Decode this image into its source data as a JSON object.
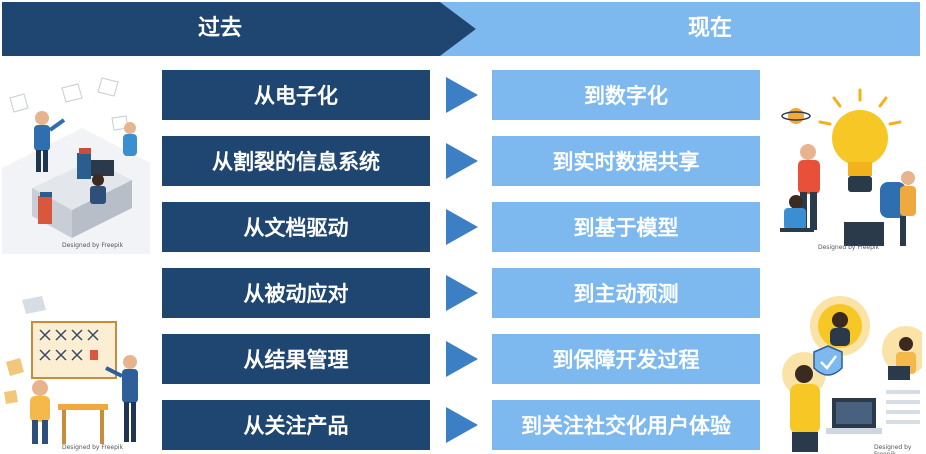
{
  "header": {
    "past_label": "过去",
    "present_label": "现在"
  },
  "rows": [
    {
      "from": "从电子化",
      "to": "到数字化"
    },
    {
      "from": "从割裂的信息系统",
      "to": "到实时数据共享"
    },
    {
      "from": "从文档驱动",
      "to": "到基于模型"
    },
    {
      "from": "从被动应对",
      "to": "到主动预测"
    },
    {
      "from": "从结果管理",
      "to": "到保障开发过程"
    },
    {
      "from": "从关注产品",
      "to": "到关注社交化用户体验"
    }
  ],
  "images": {
    "credit_text": "Designed by Freepik"
  },
  "colors": {
    "dark_blue": "#1f4670",
    "light_blue": "#7db8ef",
    "arrow_blue": "#3d7fc4"
  }
}
